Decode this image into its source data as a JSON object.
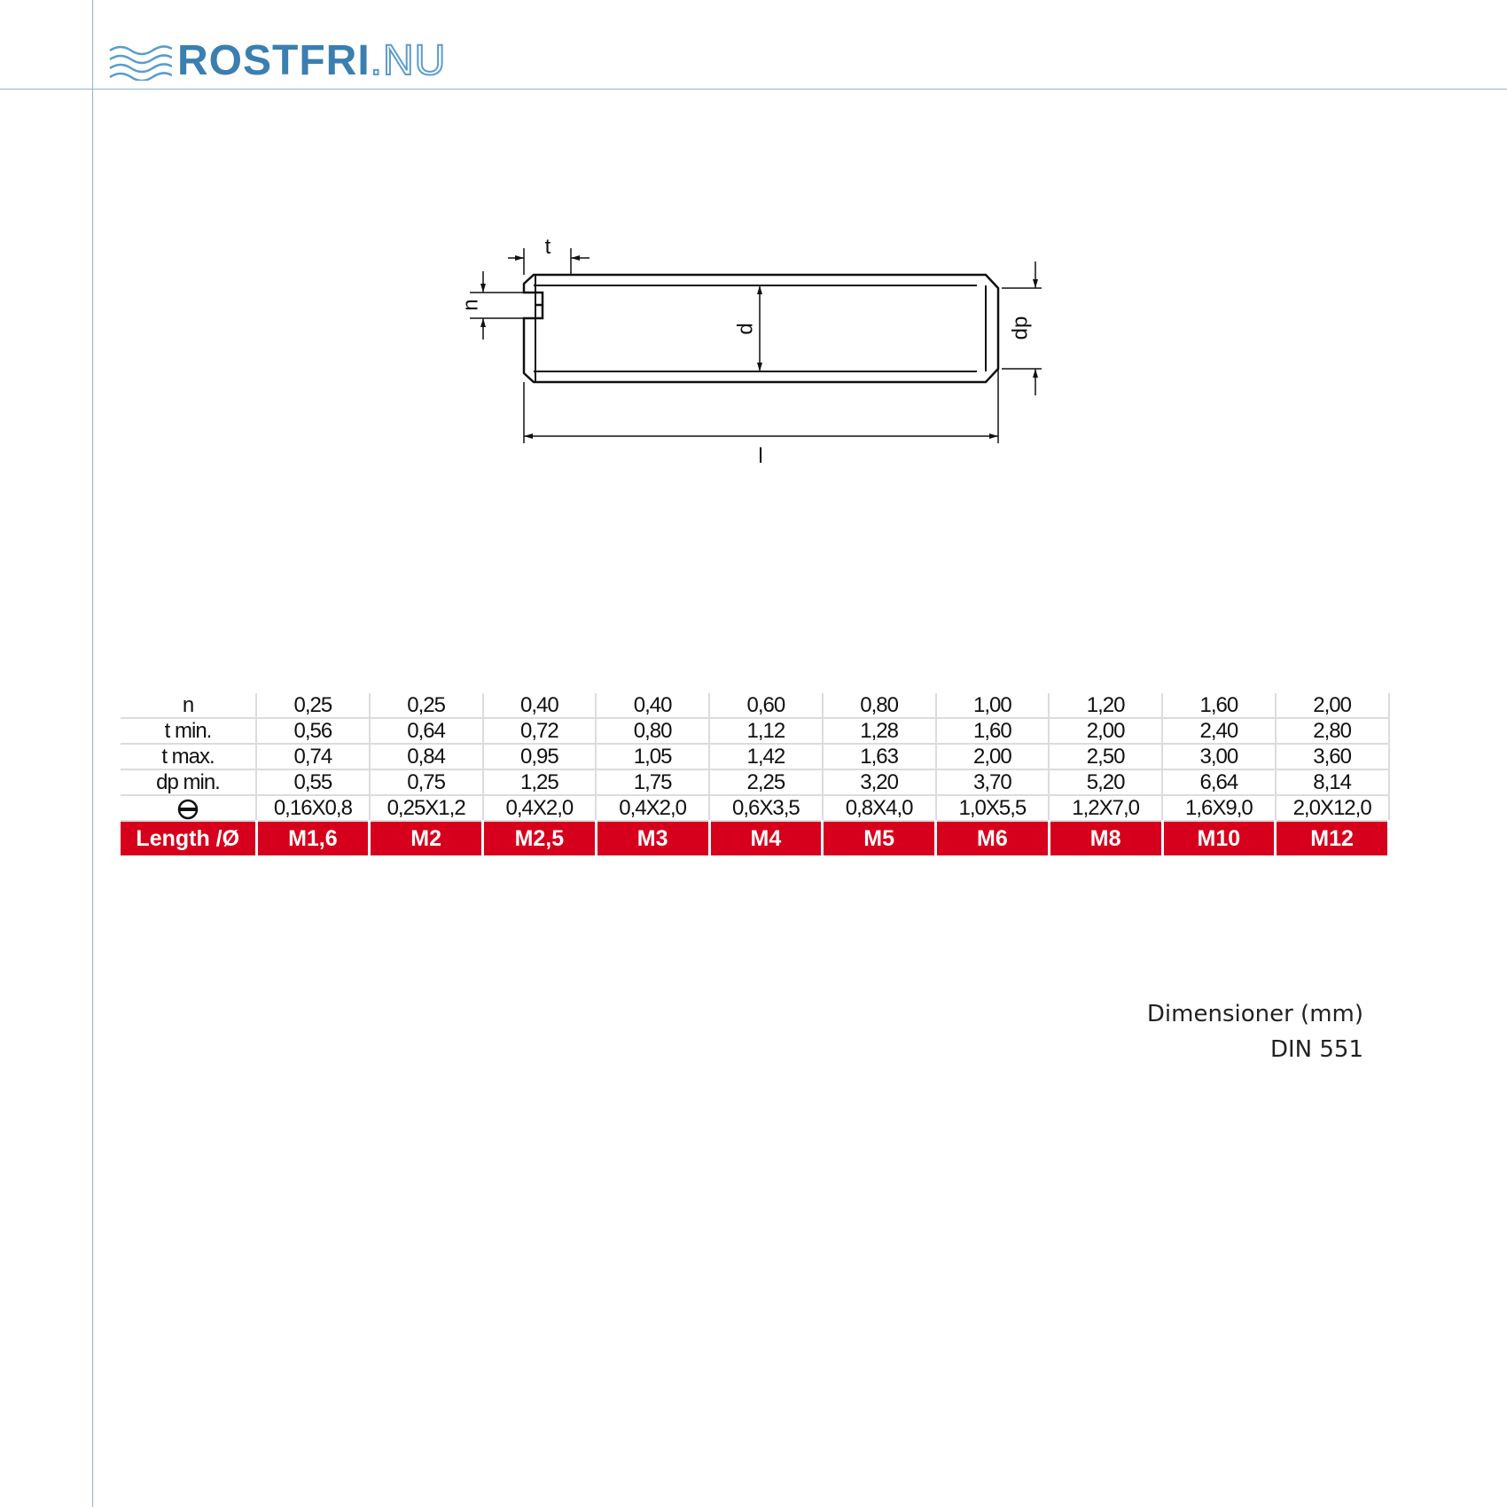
{
  "brand": {
    "name_main": "ROSTFRI",
    "name_suffix": ".NU",
    "color": "#3a7fb0"
  },
  "drawing": {
    "labels": {
      "t": "t",
      "n": "n",
      "d": "d",
      "dp": "dp",
      "l": "l"
    }
  },
  "table": {
    "rows": [
      {
        "label": "n",
        "values": [
          "0,25",
          "0,25",
          "0,40",
          "0,40",
          "0,60",
          "0,80",
          "1,00",
          "1,20",
          "1,60",
          "2,00"
        ]
      },
      {
        "label": "t min.",
        "values": [
          "0,56",
          "0,64",
          "0,72",
          "0,80",
          "1,12",
          "1,28",
          "1,60",
          "2,00",
          "2,40",
          "2,80"
        ]
      },
      {
        "label": "t max.",
        "values": [
          "0,74",
          "0,84",
          "0,95",
          "1,05",
          "1,42",
          "1,63",
          "2,00",
          "2,50",
          "3,00",
          "3,60"
        ]
      },
      {
        "label": "dp min.",
        "values": [
          "0,55",
          "0,75",
          "1,25",
          "1,75",
          "2,25",
          "3,20",
          "3,70",
          "5,20",
          "6,64",
          "8,14"
        ]
      },
      {
        "label_icon": "slot-head-icon",
        "values": [
          "0,16X0,8",
          "0,25X1,2",
          "0,4X2,0",
          "0,4X2,0",
          "0,6X3,5",
          "0,8X4,0",
          "1,0X5,5",
          "1,2X7,0",
          "1,6X9,0",
          "2,0X12,0"
        ]
      }
    ],
    "header": {
      "label": "Length /Ø",
      "sizes": [
        "M1,6",
        "M2",
        "M2,5",
        "M3",
        "M4",
        "M5",
        "M6",
        "M8",
        "M10",
        "M12"
      ],
      "color": "#d6001c"
    }
  },
  "note": {
    "line1": "Dimensioner (mm)",
    "line2": "DIN 551"
  }
}
